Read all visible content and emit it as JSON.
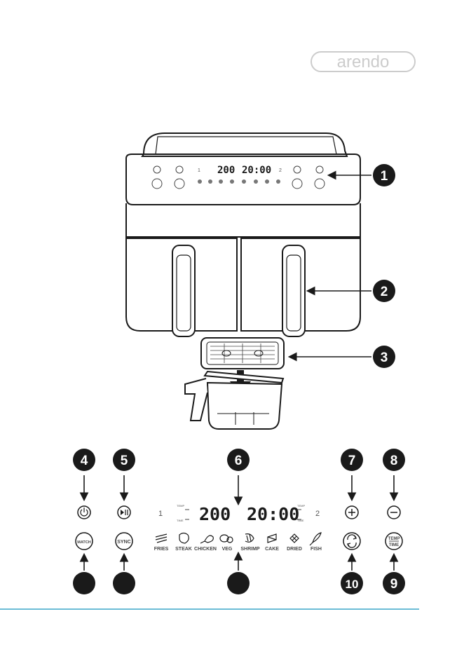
{
  "brand": "arendo",
  "panel": {
    "basket_left": "1",
    "basket_right": "2",
    "temp_value": "200",
    "time_value": "20:00",
    "temp_tag": "TEMP",
    "time_tag": "TIME",
    "match_label": "MATCH",
    "sync_label": "SYNC",
    "temp_time_label_top": "TEMP",
    "temp_time_label_bottom": "TIME",
    "presets": [
      "FRIES",
      "STEAK",
      "CHICKEN",
      "VEG",
      "SHRIMP",
      "CAKE",
      "DRIED",
      "FISH"
    ]
  },
  "callouts": [
    "1",
    "2",
    "3",
    "4",
    "5",
    "6",
    "7",
    "8",
    "9",
    "10"
  ],
  "colors": {
    "callout": "#1a1a1a",
    "footer_rule": "#3aa6c9",
    "brand": "#cccccc"
  },
  "icons": [
    "power-icon",
    "play-pause-icon",
    "plus-icon",
    "minus-icon",
    "swap-icon",
    "fries-icon",
    "steak-icon",
    "chicken-icon",
    "veg-icon",
    "shrimp-icon",
    "cake-icon",
    "dried-icon",
    "fish-icon"
  ]
}
